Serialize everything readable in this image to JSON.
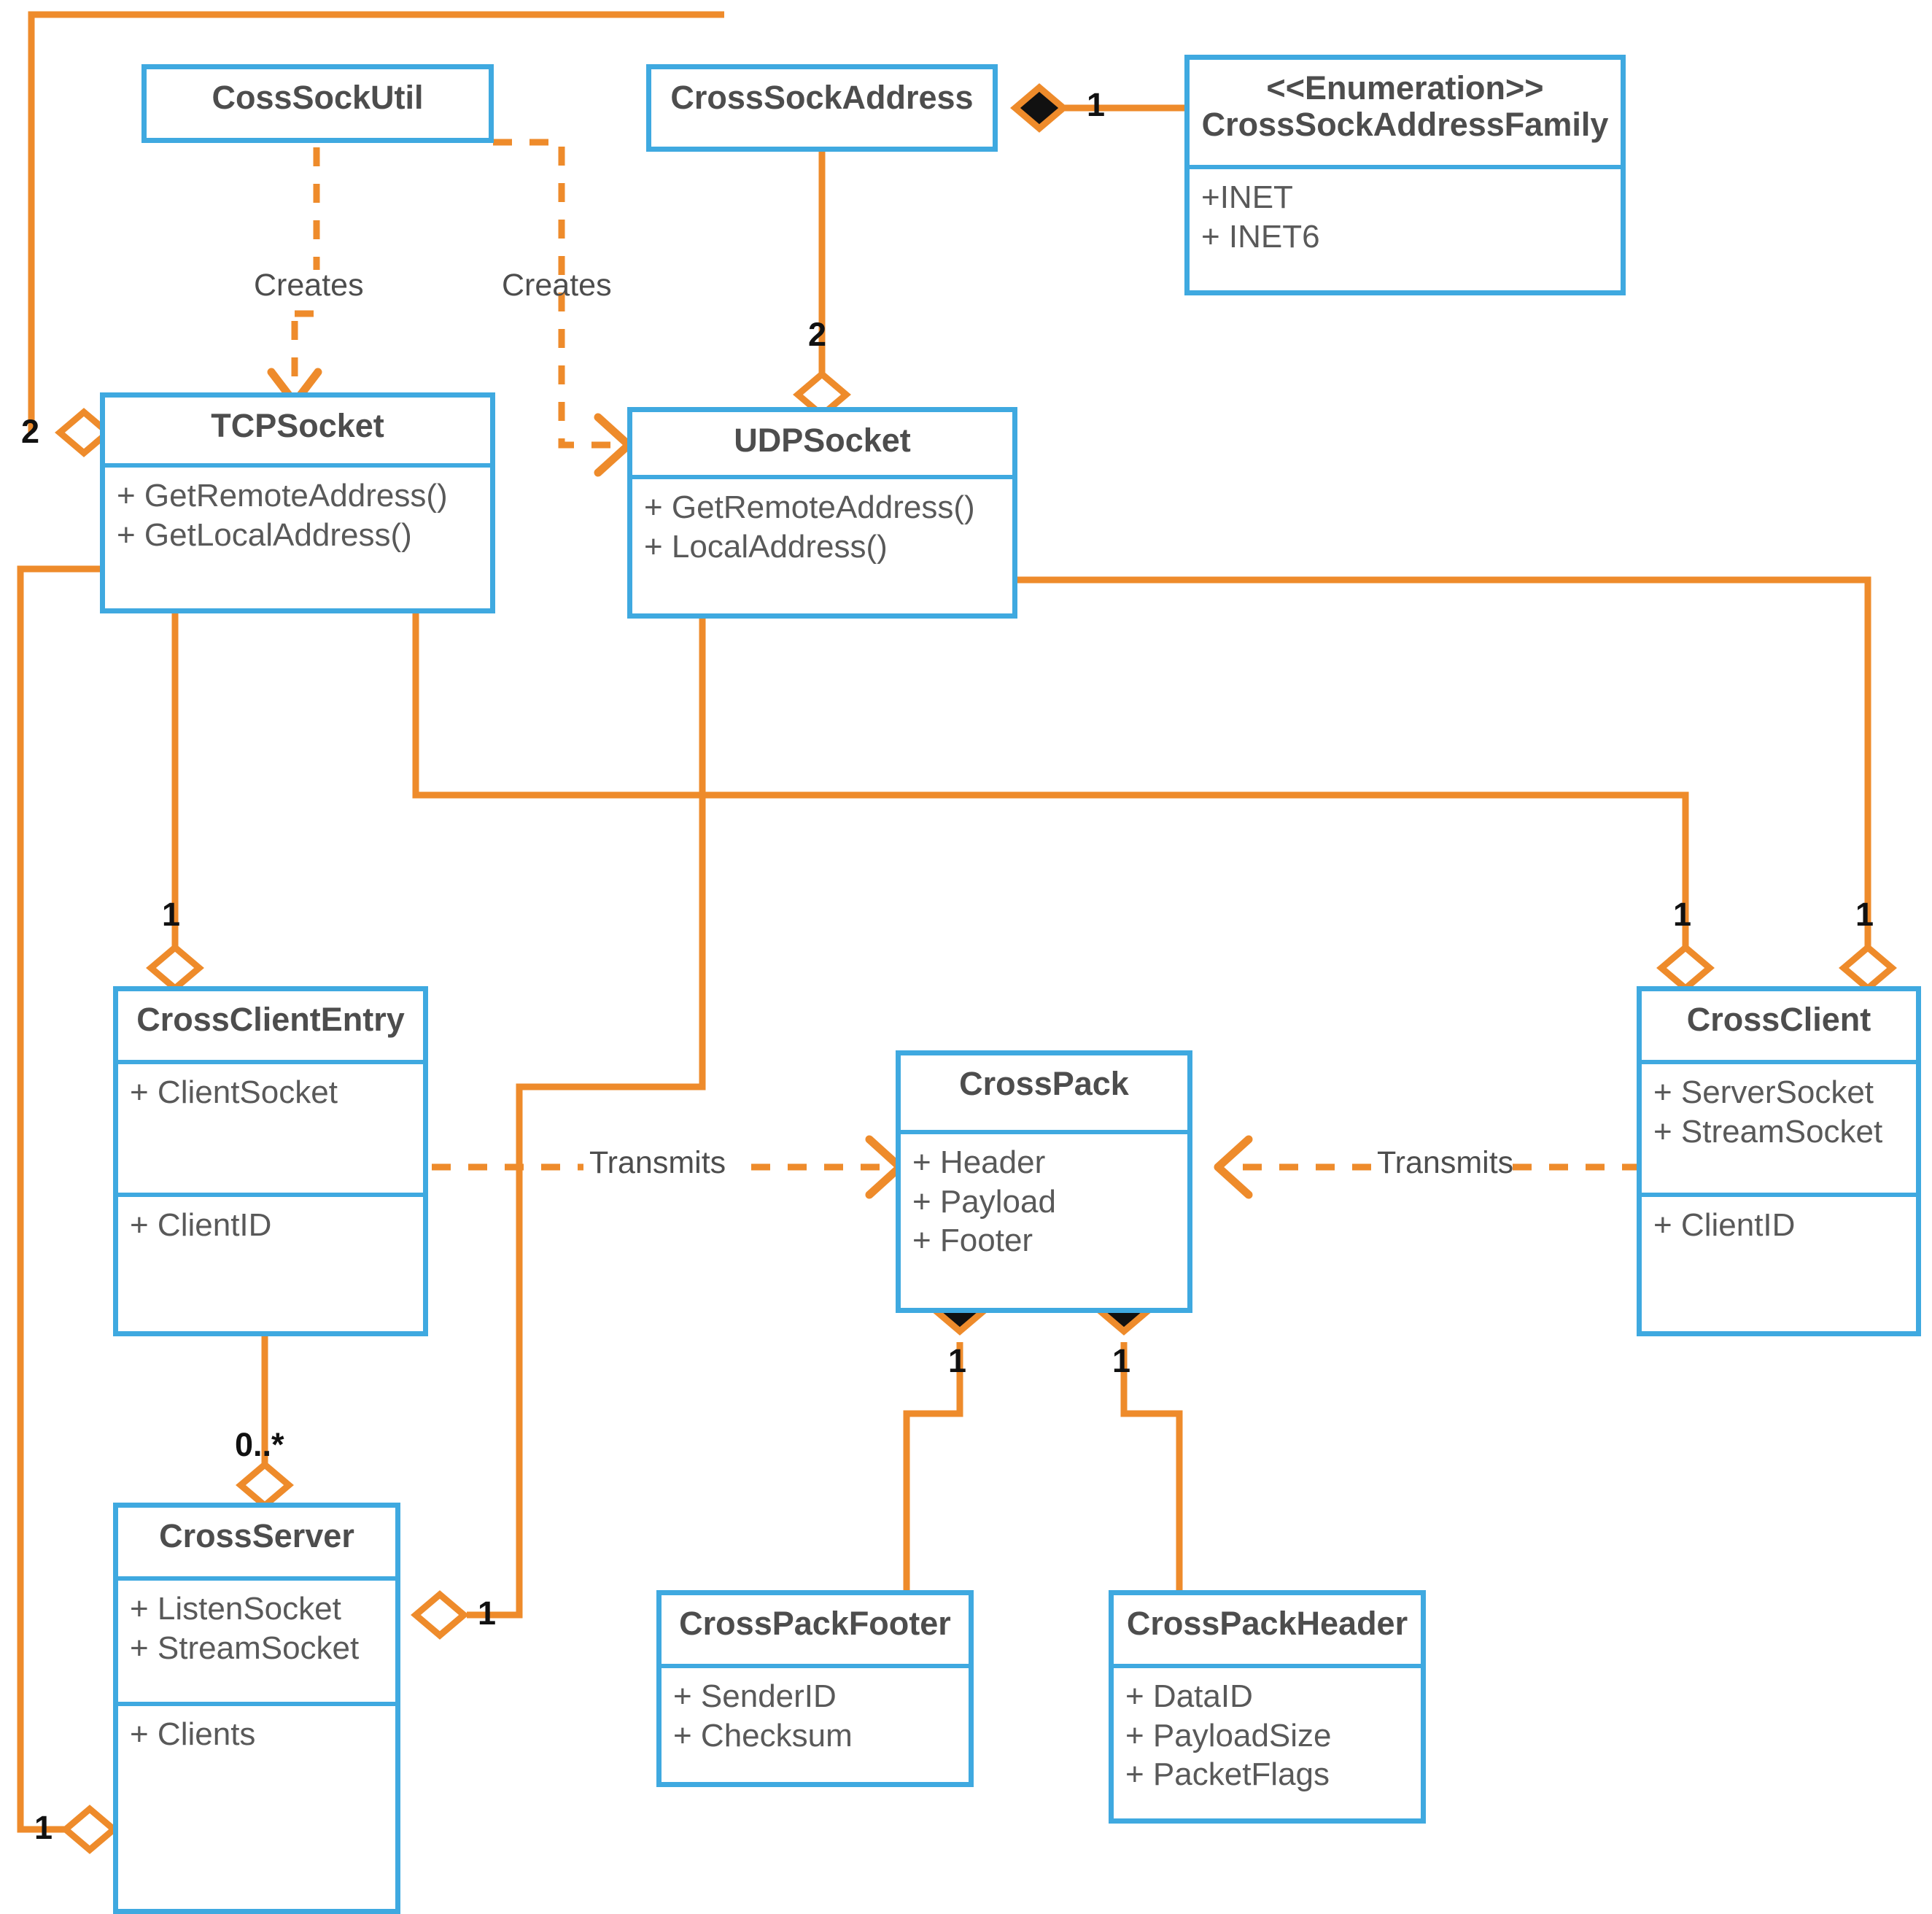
{
  "diagram": {
    "type": "uml-class-diagram",
    "accent_line_color": "#ee8b2b",
    "box_border_color": "#3fa9e0",
    "text_color": "#4d4d4d",
    "classes": [
      {
        "id": "coss-sock-util",
        "name": "CossSockUtil",
        "stereotype": "",
        "compartments": []
      },
      {
        "id": "cross-sock-address",
        "name": "CrossSockAddress",
        "stereotype": "",
        "compartments": []
      },
      {
        "id": "cross-sock-address-family",
        "name": "CrossSockAddressFamily",
        "stereotype": "<<Enumeration>>",
        "compartments": [
          [
            "+INET",
            "+ INET6"
          ]
        ]
      },
      {
        "id": "tcp-socket",
        "name": "TCPSocket",
        "stereotype": "",
        "compartments": [
          [
            "+ GetRemoteAddress()",
            "+ GetLocalAddress()"
          ]
        ]
      },
      {
        "id": "udp-socket",
        "name": "UDPSocket",
        "stereotype": "",
        "compartments": [
          [
            "+ GetRemoteAddress()",
            "+ LocalAddress()"
          ]
        ]
      },
      {
        "id": "cross-client-entry",
        "name": "CrossClientEntry",
        "stereotype": "",
        "compartments": [
          [
            "+ ClientSocket"
          ],
          [
            "+ ClientID"
          ]
        ]
      },
      {
        "id": "cross-pack",
        "name": "CrossPack",
        "stereotype": "",
        "compartments": [
          [
            "+ Header",
            "+ Payload",
            "+ Footer"
          ]
        ]
      },
      {
        "id": "cross-client",
        "name": "CrossClient",
        "stereotype": "",
        "compartments": [
          [
            "+ ServerSocket",
            "+ StreamSocket"
          ],
          [
            "+ ClientID"
          ]
        ]
      },
      {
        "id": "cross-server",
        "name": "CrossServer",
        "stereotype": "",
        "compartments": [
          [
            "+ ListenSocket",
            "+ StreamSocket"
          ],
          [
            "+ Clients"
          ]
        ]
      },
      {
        "id": "cross-pack-footer",
        "name": "CrossPackFooter",
        "stereotype": "",
        "compartments": [
          [
            "+ SenderID",
            "+ Checksum"
          ]
        ]
      },
      {
        "id": "cross-pack-header",
        "name": "CrossPackHeader",
        "stereotype": "",
        "compartments": [
          [
            "+ DataID",
            "+ PayloadSize",
            "+ PacketFlags"
          ]
        ]
      }
    ],
    "edge_labels": {
      "creates_tcp": "Creates",
      "creates_udp": "Creates",
      "transmits_left": "Transmits",
      "transmits_right": "Transmits"
    },
    "multiplicities": {
      "addr_family": "1",
      "tcp_from_addr": "2",
      "udp_from_addr": "2",
      "entry_from_tcp": "1",
      "client_left": "1",
      "client_right": "1",
      "server_clients": "0..*",
      "server_from_udp": "1",
      "server_from_tcp": "1",
      "pack_footer": "1",
      "pack_header": "1"
    }
  }
}
